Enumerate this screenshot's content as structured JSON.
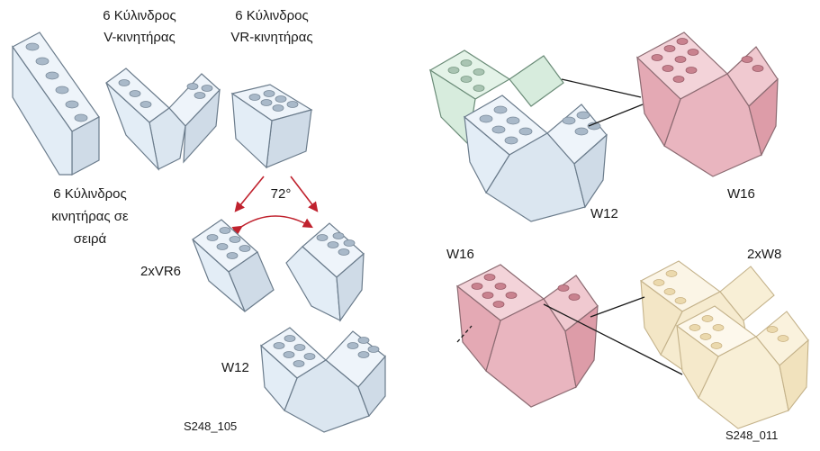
{
  "labels": {
    "v6": [
      "6 Κύλινδρος",
      "V-κινητήρας"
    ],
    "vr6": [
      "6 Κύλινδρος",
      "VR-κινητήρας"
    ],
    "inline6": [
      "6 Κύλινδρος",
      "κινητήρας σε",
      "σειρά"
    ],
    "angle": "72°",
    "two_vr6": "2xVR6",
    "w12_left": "W12",
    "code_left": "S248_105",
    "w12_right": "W12",
    "w16_top": "W16",
    "w16_bottom": "W16",
    "two_w8": "2xW8",
    "code_right": "S248_011"
  },
  "colors": {
    "blue": "#dbe8f3",
    "green": "#d7ecdd",
    "pink": "#e9b5bf",
    "yellow": "#f8efd6"
  }
}
